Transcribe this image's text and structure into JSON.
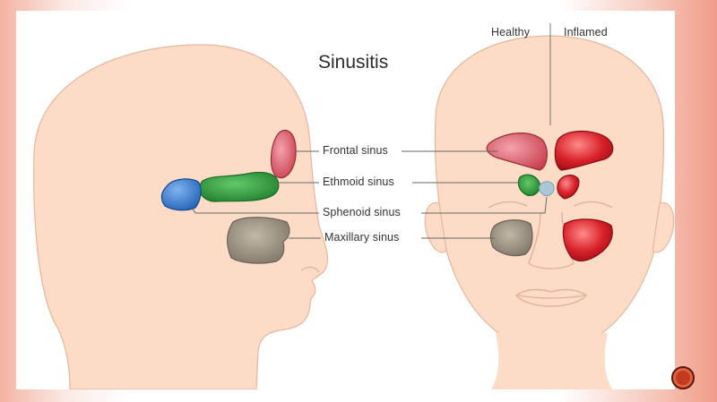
{
  "diagram": {
    "title": "Sinusitis",
    "header_left": "Healthy",
    "header_right": "Inflamed",
    "labels": {
      "frontal": "Frontal sinus",
      "ethmoid": "Ethmoid sinus",
      "sphenoid": "Sphenoid sinus",
      "maxillary": "Maxillary sinus"
    }
  },
  "colors": {
    "skin": "#fcdcc6",
    "skin_line": "#e7b59c",
    "frontal": "#d95b68",
    "inflamed": "#d8212a",
    "ethmoid": "#2f9d3a",
    "sphenoid": "#3577c9",
    "maxillary": "#a3998a",
    "nav_button": "#c23a1e"
  }
}
